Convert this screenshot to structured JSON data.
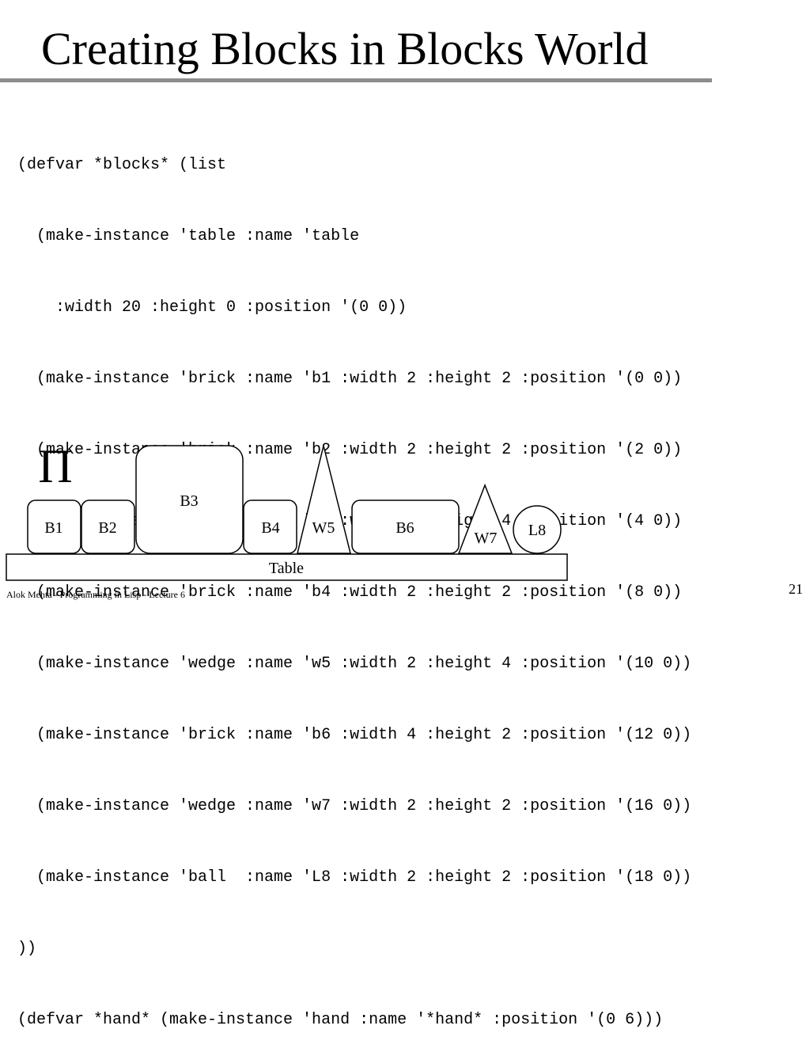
{
  "slide": {
    "title": "Creating Blocks in Blocks World",
    "footer": "Alok Mehta - Programming in Lisp - Lecture 6",
    "page_number": "21"
  },
  "code_lines": [
    "(defvar *blocks* (list",
    "  (make-instance 'table :name 'table",
    "    :width 20 :height 0 :position '(0 0))",
    "  (make-instance 'brick :name 'b1 :width 2 :height 2 :position '(0 0))",
    "  (make-instance 'brick :name 'b2 :width 2 :height 2 :position '(2 0))",
    "  (make-instance 'brick :name 'b3 :width 4 :height 4 :position '(4 0))",
    "  (make-instance 'brick :name 'b4 :width 2 :height 2 :position '(8 0))",
    "  (make-instance 'wedge :name 'w5 :width 2 :height 4 :position '(10 0))",
    "  (make-instance 'brick :name 'b6 :width 4 :height 2 :position '(12 0))",
    "  (make-instance 'wedge :name 'w7 :width 2 :height 2 :position '(16 0))",
    "  (make-instance 'ball  :name 'L8 :width 2 :height 2 :position '(18 0))",
    "))",
    "(defvar *hand* (make-instance 'hand :name '*hand* :position '(0 6)))"
  ],
  "diagram": {
    "hand_symbol": "Π",
    "table_label": "Table",
    "labels": {
      "b1": "B1",
      "b2": "B2",
      "b3": "B3",
      "b4": "B4",
      "w5": "W5",
      "b6": "B6",
      "w7": "W7",
      "l8": "L8"
    }
  }
}
